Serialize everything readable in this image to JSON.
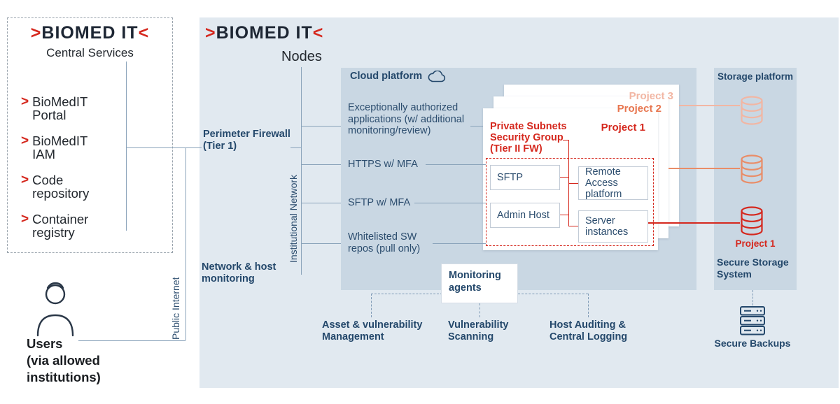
{
  "logo": {
    "pre": ">",
    "post": "<"
  },
  "colors": {
    "red": "#d5281e",
    "orange": "#e8764f",
    "salmon": "#f2b6a3",
    "navy": "#24486b",
    "panel_outer": "#e1e9f0",
    "panel_inner": "#c9d7e3",
    "line": "#8aa3ba"
  },
  "central": {
    "logo_text": "BIOMED IT",
    "subtitle": "Central Services",
    "chevron": ">",
    "items": [
      "BioMedIT\nPortal",
      "BioMedIT\nIAM",
      "Code\nrepository",
      "Container\nregistry"
    ]
  },
  "users": {
    "label": "Users\n(via allowed\ninstitutions)"
  },
  "public_internet_label": "Public Internet",
  "nodes": {
    "logo_text": "BIOMED IT",
    "subtitle": "Nodes",
    "perimeter_firewall": "Perimeter Firewall\n(Tier 1)",
    "institutional_network": "Institutional Network",
    "network_monitoring": "Network & host\nmonitoring"
  },
  "cloud": {
    "title": "Cloud platform",
    "channels": [
      "Exceptionally authorized\napplications (w/ additional\nmonitoring/review)",
      "HTTPS w/ MFA",
      "SFTP w/ MFA",
      "Whitelisted SW\nrepos (pull only)"
    ],
    "projects": [
      {
        "label": "Project 3",
        "color": "#f2b6a3"
      },
      {
        "label": "Project 2",
        "color": "#e8764f"
      },
      {
        "label": "Project 1",
        "color": "#d5281e"
      }
    ],
    "security_group": {
      "title": "Private Subnets\nSecurity Group\n(Tier II FW)"
    },
    "boxes": {
      "sftp": "SFTP",
      "admin": "Admin Host",
      "remote": "Remote Access\nplatform",
      "server": "Server\ninstances"
    },
    "monitoring_agents": "Monitoring\nagents"
  },
  "security_services": [
    "Asset & vulnerability\nManagement",
    "Vulnerability\nScanning",
    "Host Auditing &\nCentral Logging"
  ],
  "storage": {
    "title": "Storage platform",
    "project1_label": "Project 1",
    "system_label": "Secure Storage\nSystem",
    "backups_label": "Secure Backups"
  }
}
